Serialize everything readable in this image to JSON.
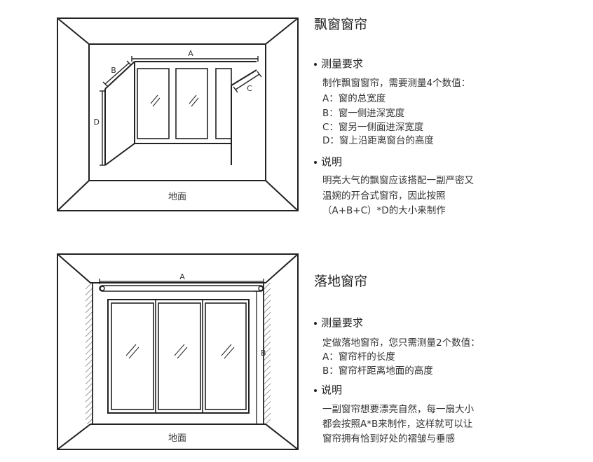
{
  "bay": {
    "title": "飘窗窗帘",
    "measure_heading": "测量要求",
    "measure_lines": [
      "制作飘窗窗帘，需要测量4个数值：",
      "A：窗的总宽度",
      "B：窗一侧进深宽度",
      "C：窗另一侧面进深宽度",
      "D：窗上沿距离窗台的高度"
    ],
    "note_heading": "说明",
    "note_lines": [
      "明亮大气的飘窗应该搭配一副严密又",
      "温婉的开合式窗帘，因此按照",
      "（A+B+C）*D的大小来制作"
    ],
    "diagram": {
      "label_a": "A",
      "label_b": "B",
      "label_c": "C",
      "label_d": "D",
      "floor": "地面"
    }
  },
  "floor": {
    "title": "落地窗帘",
    "measure_heading": "测量要求",
    "measure_lines": [
      "定做落地窗帘，您只需测量2个数值：",
      "A：窗帘杆的长度",
      "B：窗帘杆距离地面的高度"
    ],
    "note_heading": "说明",
    "note_lines": [
      "一副窗帘想要漂亮自然，每一扇大小",
      "都会按照A*B来制作，这样就可以让",
      "窗帘拥有恰到好处的褶皱与垂感"
    ],
    "diagram": {
      "label_a": "A",
      "label_b": "B",
      "floor": "地面"
    }
  },
  "colors": {
    "line": "#222222",
    "text": "#333333"
  }
}
